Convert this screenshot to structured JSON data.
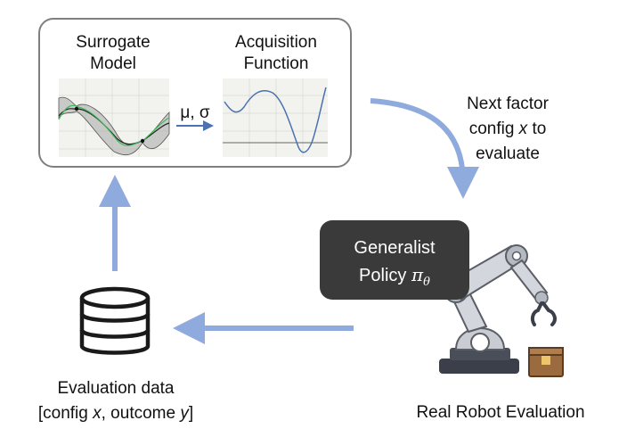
{
  "surrogate": {
    "line1": "Surrogate",
    "line2": "Model"
  },
  "acquisition": {
    "line1": "Acquisition",
    "line2": "Function"
  },
  "mu_sigma": "μ, σ",
  "next_config": {
    "line1": "Next factor",
    "line2_pre": "config ",
    "line2_var": "x",
    "line2_post": " to",
    "line3": "evaluate"
  },
  "policy": {
    "line1": "Generalist",
    "line2": "Policy ",
    "symbol": "π",
    "subscript": "θ"
  },
  "eval_data": {
    "line1": "Evaluation data",
    "line2_a": "[config ",
    "line2_x": "x",
    "line2_b": ", outcome ",
    "line2_y": "y",
    "line2_c": "]"
  },
  "robot_eval": "Real Robot Evaluation",
  "colors": {
    "arrow": "#8faadc",
    "policy_box": "#3a3a3a",
    "frame": "#7f7f7f"
  }
}
